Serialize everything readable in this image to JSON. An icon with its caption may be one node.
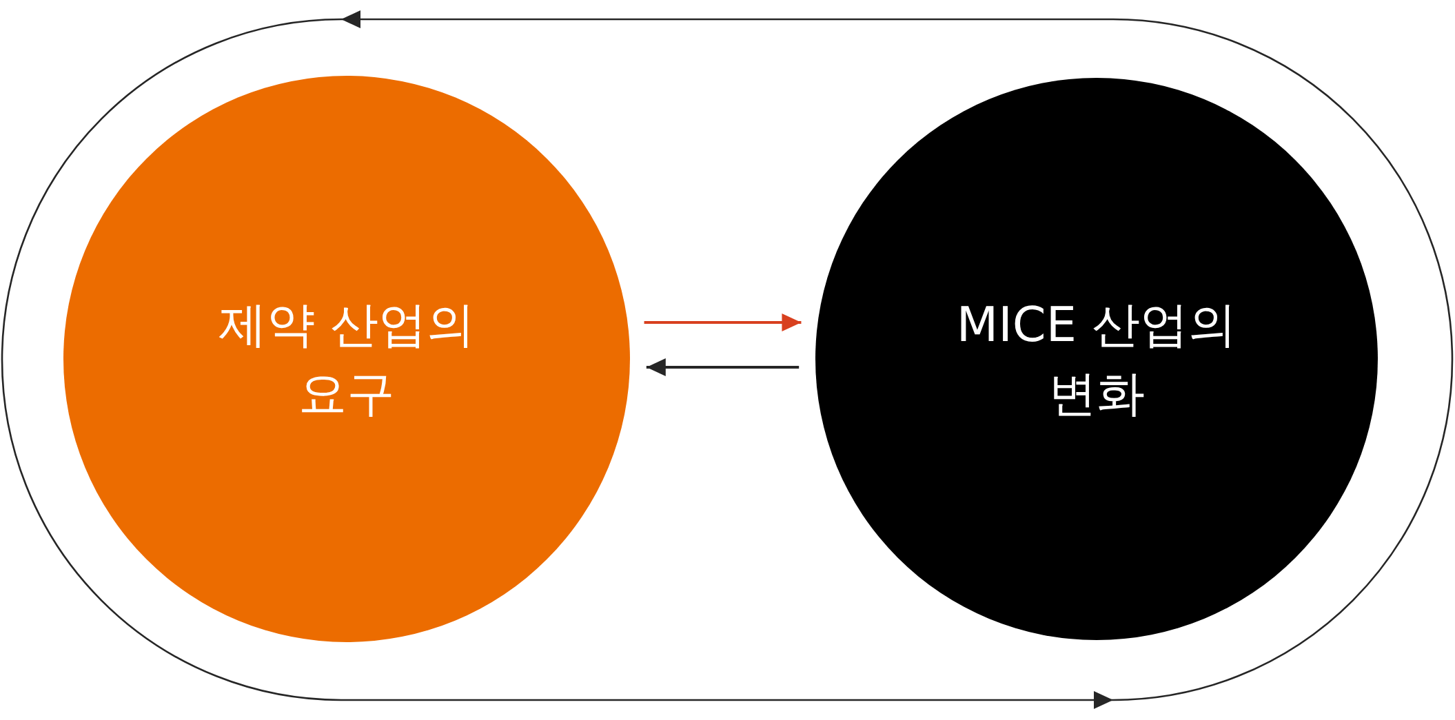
{
  "diagram": {
    "nodes": [
      {
        "text": [
          "제약 산업의 요구"
        ]
      },
      {
        "text": [
          "MICE 산업의 변화"
        ]
      }
    ],
    "edges": [
      {
        "from": 0,
        "to": 1,
        "arrow": "to",
        "color": "#d8401f"
      },
      {
        "from": 1,
        "to": 0,
        "arrow": "to",
        "color": "#262626"
      }
    ]
  }
}
